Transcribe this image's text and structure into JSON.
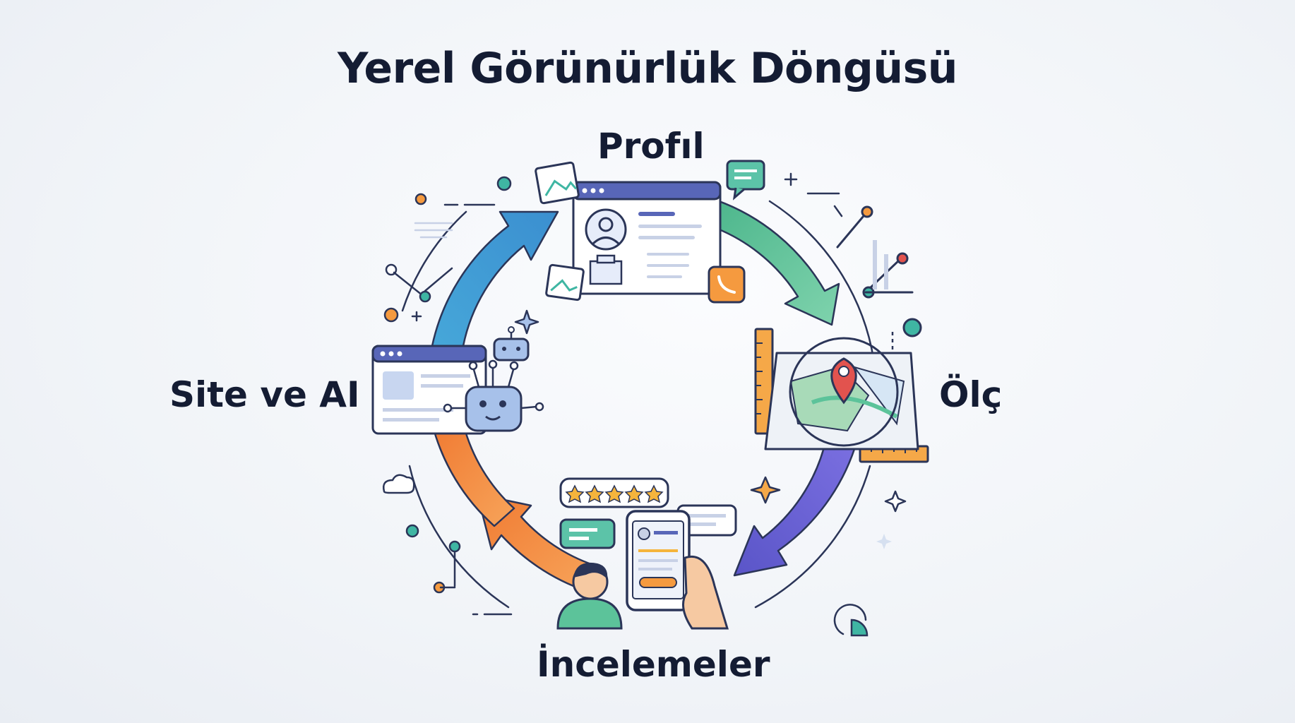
{
  "diagram": {
    "title": "Yerel Görünürlük Döngüsü",
    "stages": {
      "profile": "Profıl",
      "measure": "Ölç",
      "reviews": "İncelemeler",
      "site_ai": "Site ve AI"
    }
  },
  "colors": {
    "stroke": "#2b3558",
    "arrow_blue": "#47a8d8",
    "arrow_green": "#5cc39a",
    "arrow_purple": "#6b63d1",
    "arrow_orange": "#f0813a",
    "accent_orange": "#f59a3f",
    "accent_teal": "#3fb6a3"
  },
  "icons": [
    "profile-window-icon",
    "photo-icon",
    "phone-icon",
    "chat-bubble-icon",
    "map-pin-icon",
    "ruler-icon",
    "chart-icon",
    "robot-icon",
    "web-page-icon",
    "phone-reviews-icon",
    "star-rating-icon",
    "person-icon",
    "sparkle-icon",
    "cloud-icon",
    "pie-icon"
  ]
}
